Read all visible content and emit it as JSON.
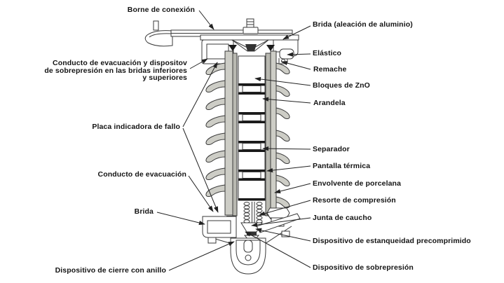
{
  "figure": {
    "type": "technical-diagram",
    "subject": "Cross-section of a ZnO surge arrester (pararrayos) with porcelain housing",
    "colors": {
      "background": "#ffffff",
      "ink": "#222222",
      "label_text": "#141414",
      "porcelain": "#cdcdc6",
      "thermal_screen": "#b9b9b1",
      "seal_black": "#1a1a1a"
    },
    "labels": {
      "borne": "Borne de conexión",
      "conducto_top_l1": "Conducto de evacuación y dispositov",
      "conducto_top_l2": "de sobrepresión en las bridas inferiores",
      "conducto_top_l3": "y superiores",
      "placa": "Placa indicadora de fallo",
      "conducto_bottom": "Conducto de evacuación",
      "brida_left": "Brida",
      "cierre": "Dispositivo de cierre con anillo",
      "brida_right": "Brida (aleación de aluminio)",
      "elastico": "Elástico",
      "remache": "Remache",
      "bloques": "Bloques de ZnO",
      "arandela": "Arandela",
      "separador": "Separador",
      "pantalla": "Pantalla térmica",
      "envolvente": "Envolvente de porcelana",
      "resorte": "Resorte de compresión",
      "junta": "Junta de caucho",
      "estanqueidad": "Dispositivo de estanqueidad precomprimido",
      "sobrepresion": "Dispositivo de sobrepresión"
    }
  }
}
